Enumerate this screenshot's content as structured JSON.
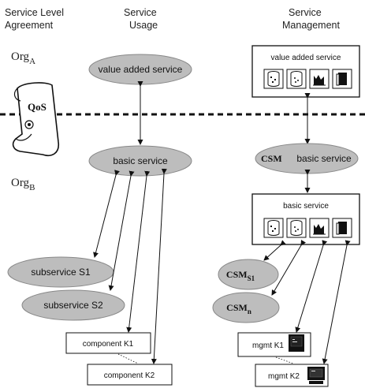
{
  "headers": {
    "sla": [
      "Service Level",
      "Agreement"
    ],
    "usage": [
      "Service",
      "Usage"
    ],
    "management": [
      "Service",
      "Management"
    ]
  },
  "orgs": {
    "a": {
      "main": "Org",
      "sub": "A"
    },
    "b": {
      "main": "Org",
      "sub": "B"
    }
  },
  "qos_label": "QoS",
  "usage_nodes": {
    "value_added": "value added service",
    "basic": "basic service",
    "subservice_s1": "subservice S1",
    "subservice_s2": "subservice S2",
    "component_k1": "component K1",
    "component_k2": "component K2"
  },
  "mgmt_nodes": {
    "value_added_box": "value added service",
    "csm_label": "CSM",
    "basic_service": "basic service",
    "basic_box": "basic service",
    "csm_s1": {
      "main": "CSM",
      "sub": "S1"
    },
    "csm_sn": {
      "main": "CSM",
      "sub": "n"
    },
    "mgmt_k1": "mgmt K1",
    "mgmt_k2": "mgmt K2"
  },
  "colors": {
    "ellipse_fill": "#bdbdbd",
    "ellipse_stroke": "#888888",
    "line": "#111111",
    "box_stroke": "#111111"
  },
  "icons": [
    "database-icon",
    "database-icon",
    "chart-icon",
    "document-icon"
  ]
}
